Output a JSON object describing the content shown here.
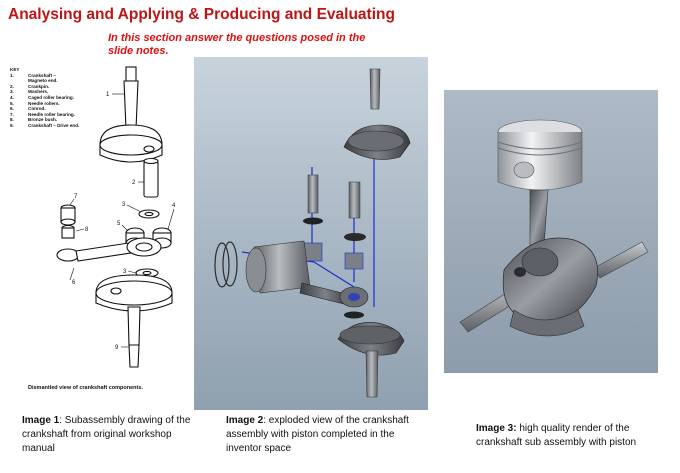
{
  "slide": {
    "title": "Analysing and Applying & Producing and Evaluating",
    "instruction": "In this section answer the questions posed in the slide notes."
  },
  "image1": {
    "key": {
      "heading": "KEY",
      "items": [
        {
          "num": "1.",
          "text": "Crankshaft – Magneto end."
        },
        {
          "num": "2.",
          "text": "Crankpin."
        },
        {
          "num": "3.",
          "text": "Washers."
        },
        {
          "num": "4.",
          "text": "Caged roller bearing."
        },
        {
          "num": "5.",
          "text": "Needle rollers."
        },
        {
          "num": "6.",
          "text": "Conrod."
        },
        {
          "num": "7.",
          "text": "Needle roller bearing."
        },
        {
          "num": "8.",
          "text": "Bronze bush."
        },
        {
          "num": "9.",
          "text": "Crankshaft – Drive end."
        }
      ]
    },
    "callouts": [
      "1",
      "2",
      "3",
      "4",
      "5",
      "6",
      "7",
      "8",
      "3",
      "9"
    ],
    "drawing_caption": "Dismantled view of crankshaft components.",
    "caption_bold": "Image 1",
    "caption_text": ": Subassembly drawing of the crankshaft from original workshop manual"
  },
  "image2": {
    "caption_bold": "Image 2",
    "caption_text": ": exploded view of the crankshaft assembly with piston completed in the inventor space"
  },
  "image3": {
    "caption_bold": "Image 3:",
    "caption_text": " high quality render of the crankshaft sub assembly with piston"
  },
  "colors": {
    "title": "#c01414",
    "instruction": "#e01010",
    "render_background": "#a7b6c3"
  }
}
